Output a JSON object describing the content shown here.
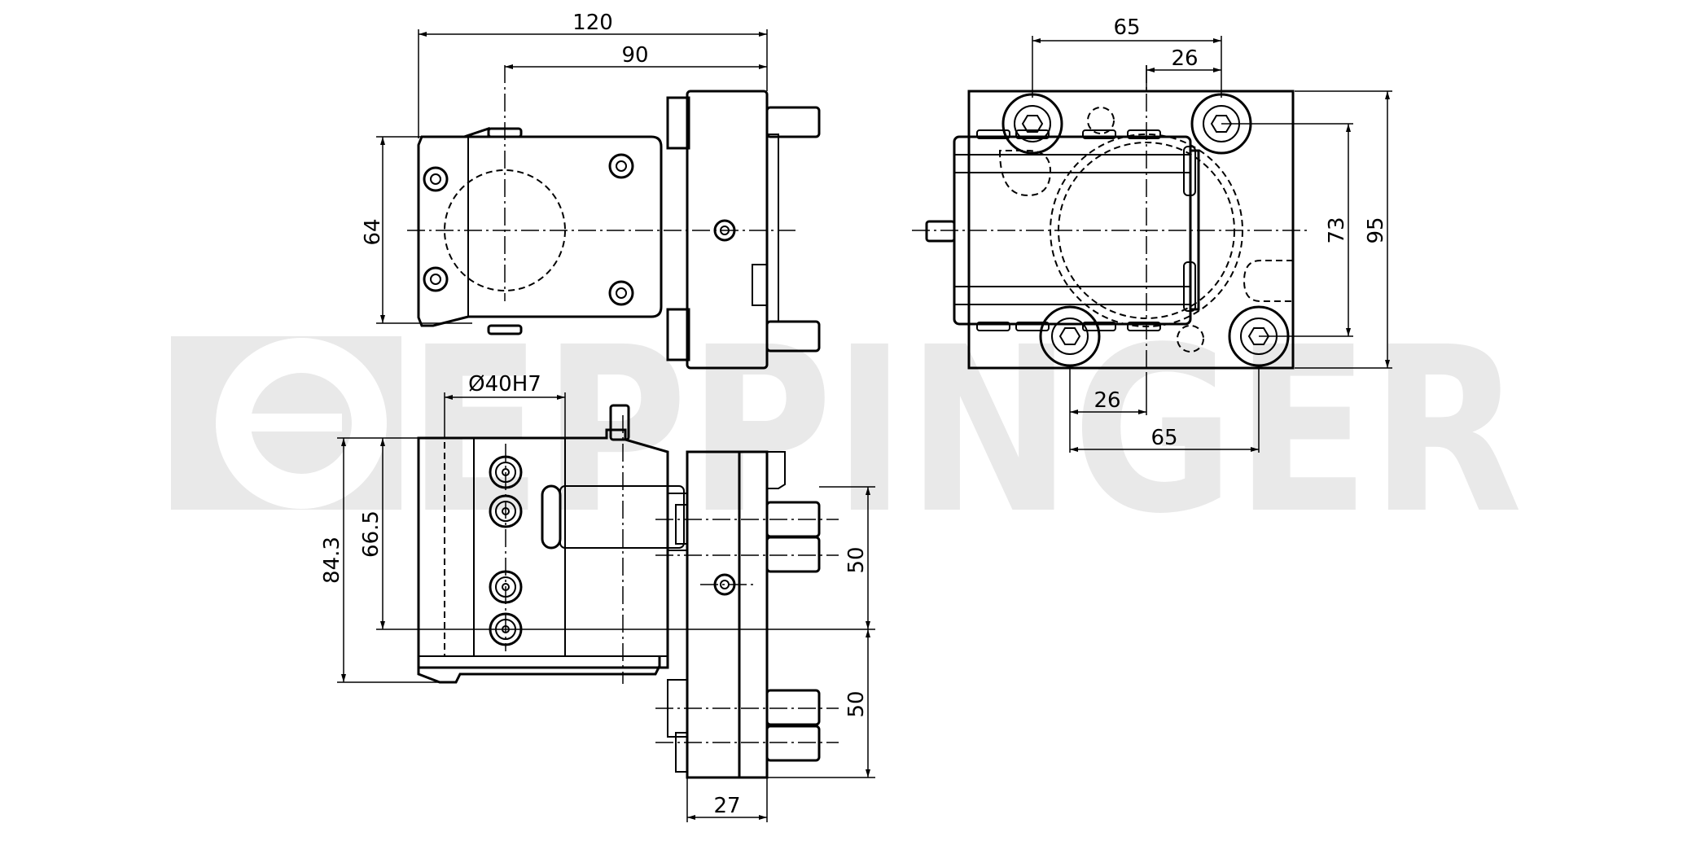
{
  "watermark": {
    "brand": "EPPINGER",
    "color": "#e9e9e9"
  },
  "colors": {
    "line": "#000000",
    "background": "#ffffff"
  },
  "views": {
    "top": {
      "width_120": "120",
      "width_90": "90",
      "height_64": "64"
    },
    "side": {
      "width_65": "65",
      "width_26": "26",
      "bottom_26": "26",
      "bottom_65": "65",
      "height_73": "73",
      "height_95": "95"
    },
    "front": {
      "bore": "Ø40H7",
      "height_84_3": "84.3",
      "height_66_5": "66.5",
      "pitch_50_upper": "50",
      "pitch_50_lower": "50",
      "thickness_27": "27"
    }
  },
  "icons": [
    "socket-screw-icon",
    "eppinger-logo"
  ]
}
